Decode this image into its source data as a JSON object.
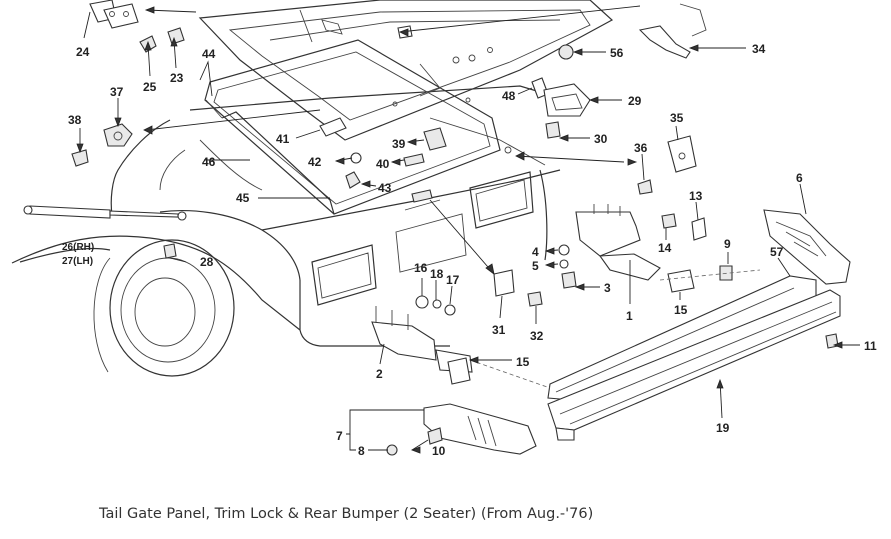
{
  "caption": "Tail Gate Panel, Trim Lock & Rear Bumper (2 Seater) (From Aug.-'76)",
  "callouts": [
    {
      "id": "c24",
      "text": "24"
    },
    {
      "id": "c25",
      "text": "25"
    },
    {
      "id": "c23",
      "text": "23"
    },
    {
      "id": "c44",
      "text": "44"
    },
    {
      "id": "c37",
      "text": "37"
    },
    {
      "id": "c38",
      "text": "38"
    },
    {
      "id": "c41",
      "text": "41"
    },
    {
      "id": "c42",
      "text": "42"
    },
    {
      "id": "c39",
      "text": "39"
    },
    {
      "id": "c40",
      "text": "40"
    },
    {
      "id": "c43",
      "text": "43"
    },
    {
      "id": "c46",
      "text": "46"
    },
    {
      "id": "c45",
      "text": "45"
    },
    {
      "id": "c56",
      "text": "56"
    },
    {
      "id": "c34",
      "text": "34"
    },
    {
      "id": "c48",
      "text": "48"
    },
    {
      "id": "c29",
      "text": "29"
    },
    {
      "id": "c30",
      "text": "30"
    },
    {
      "id": "c35",
      "text": "35"
    },
    {
      "id": "c36",
      "text": "36"
    },
    {
      "id": "c6",
      "text": "6"
    },
    {
      "id": "c13",
      "text": "13"
    },
    {
      "id": "c14",
      "text": "14"
    },
    {
      "id": "c9",
      "text": "9"
    },
    {
      "id": "c57",
      "text": "57"
    },
    {
      "id": "c4",
      "text": "4"
    },
    {
      "id": "c5",
      "text": "5"
    },
    {
      "id": "c3",
      "text": "3"
    },
    {
      "id": "c1",
      "text": "1"
    },
    {
      "id": "c15a",
      "text": "15"
    },
    {
      "id": "c26",
      "text": "26(RH)"
    },
    {
      "id": "c27",
      "text": "27(LH)"
    },
    {
      "id": "c28",
      "text": "28"
    },
    {
      "id": "c16",
      "text": "16"
    },
    {
      "id": "c18",
      "text": "18"
    },
    {
      "id": "c17",
      "text": "17"
    },
    {
      "id": "c31",
      "text": "31"
    },
    {
      "id": "c32",
      "text": "32"
    },
    {
      "id": "c11",
      "text": "11"
    },
    {
      "id": "c2",
      "text": "2"
    },
    {
      "id": "c15b",
      "text": "15"
    },
    {
      "id": "c19",
      "text": "19"
    },
    {
      "id": "c7",
      "text": "7"
    },
    {
      "id": "c8",
      "text": "8"
    },
    {
      "id": "c10",
      "text": "10"
    }
  ]
}
